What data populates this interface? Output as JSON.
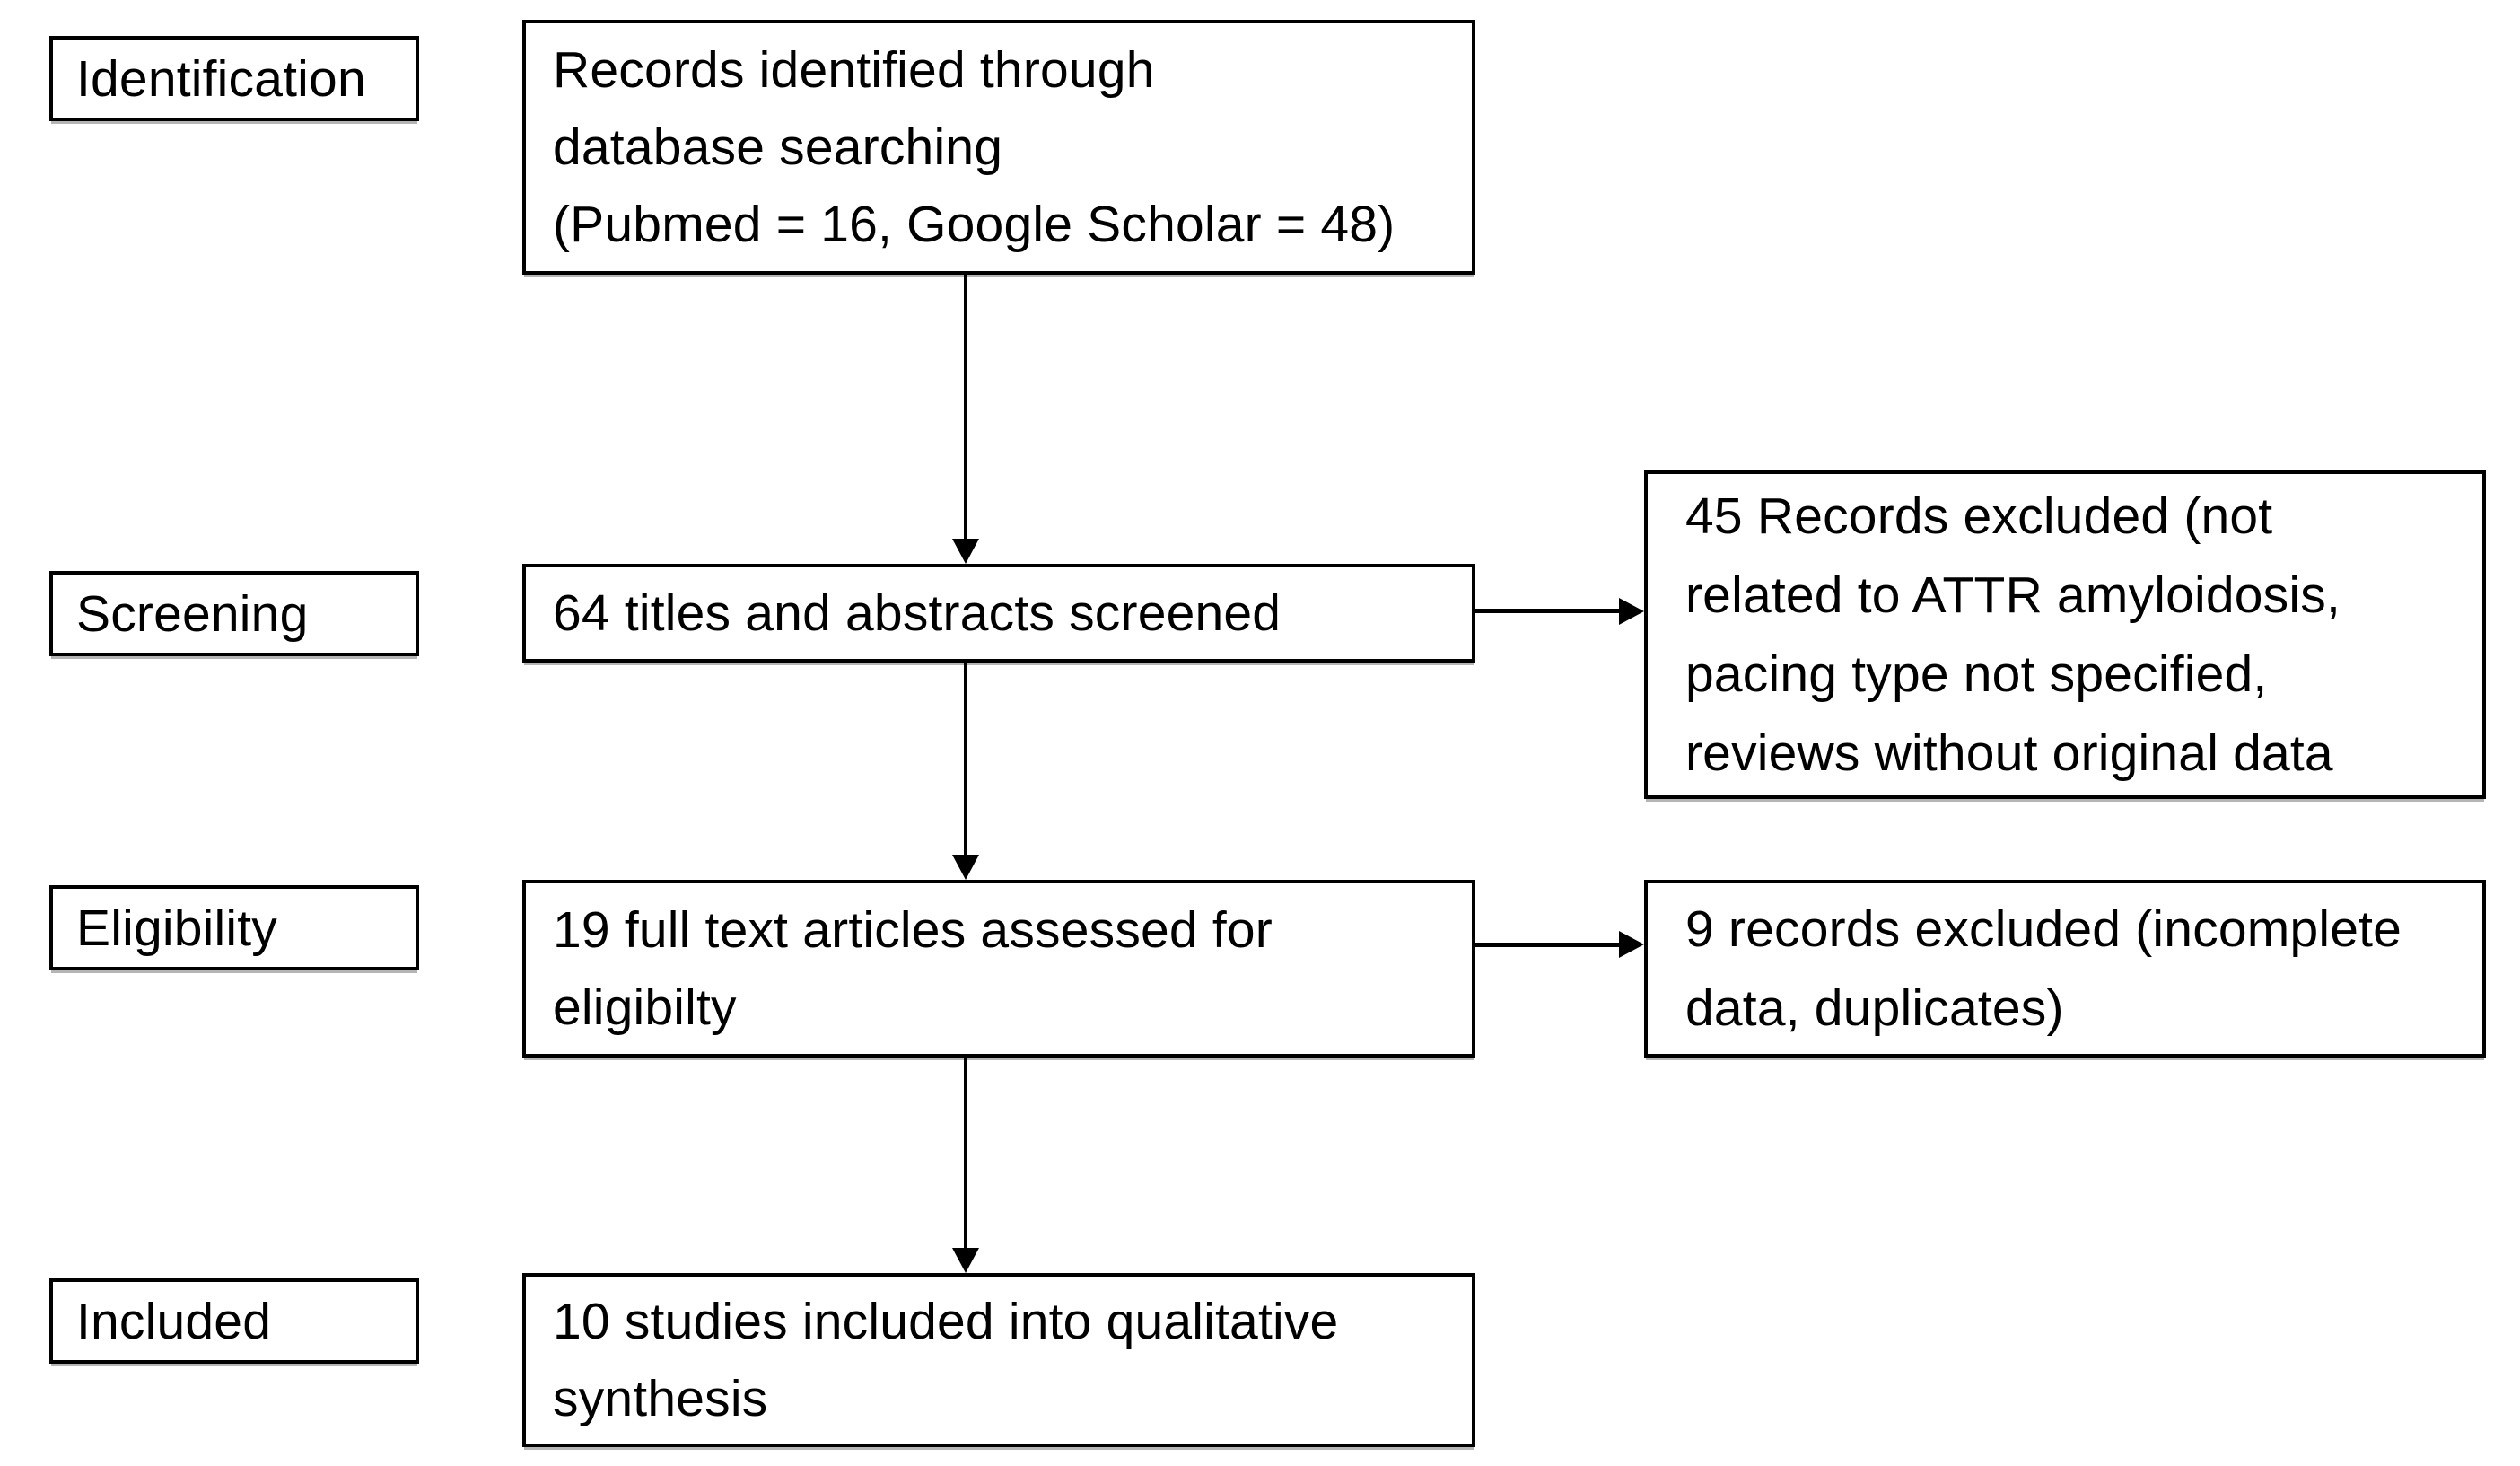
{
  "figure": {
    "type": "prisma-flow-diagram",
    "background_color": "#ffffff",
    "box_border_color": "#000000",
    "text_color": "#000000"
  },
  "stages": [
    {
      "label": "Identification"
    },
    {
      "label": "Screening"
    },
    {
      "label": "Eligibility"
    },
    {
      "label": "Included"
    }
  ],
  "nodes": {
    "identified": {
      "text": "Records identified through\ndatabase searching\n(Pubmed = 16, Google Scholar = 48)"
    },
    "screened": {
      "text": "64 titles and abstracts screened"
    },
    "assessed": {
      "text": "19 full text articles assessed for\neligibilty"
    },
    "included": {
      "text": "10 studies included into qualitative\nsynthesis"
    },
    "excluded_screening": {
      "text": "45 Records excluded (not\nrelated to ATTR amyloidosis,\npacing type not specified,\nreviews without original data"
    },
    "excluded_eligibility": {
      "text": "9 records excluded (incomplete\ndata, duplicates)"
    }
  }
}
